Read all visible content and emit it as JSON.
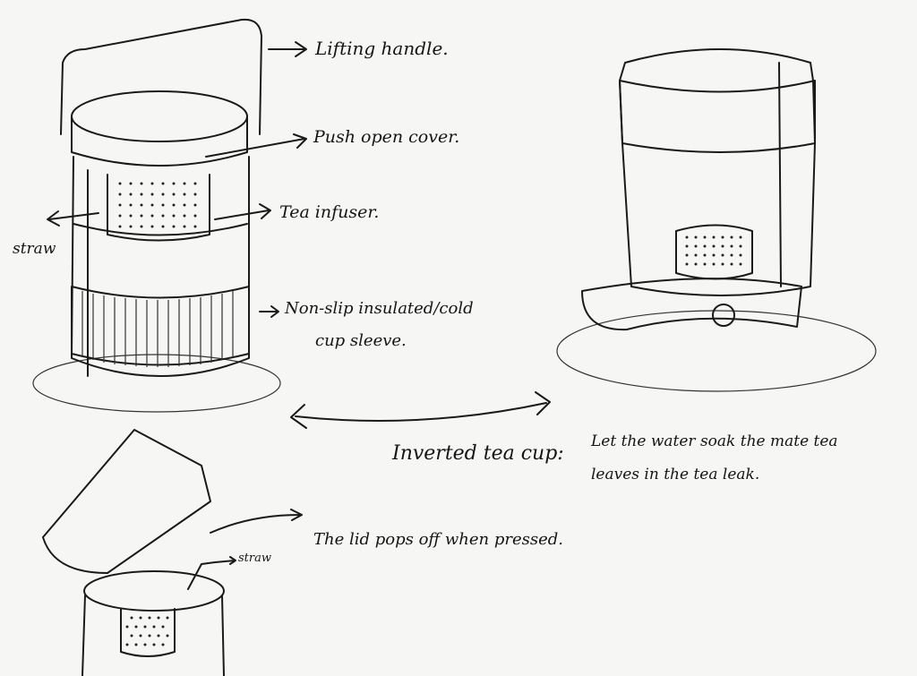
{
  "labels": {
    "lifting_handle": "Lifting handle.",
    "push_open_cover": "Push open cover.",
    "tea_infuser": "Tea infuser.",
    "straw_left": "straw",
    "sleeve_line1": "Non-slip insulated/cold",
    "sleeve_line2": "cup sleeve.",
    "inverted_title": "Inverted tea cup:",
    "inverted_line1": "Let the water soak the mate tea",
    "inverted_line2": "leaves in the tea leak.",
    "lid_pops": "The lid pops off when pressed.",
    "straw_bottom": "straw"
  }
}
